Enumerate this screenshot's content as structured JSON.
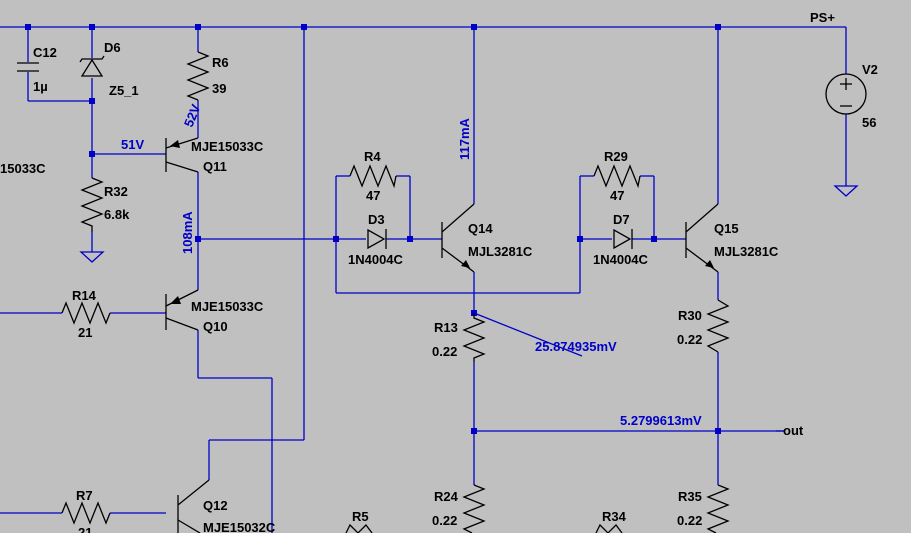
{
  "colors": {
    "background": "#c0c0c0",
    "wire": "#0000c8",
    "component": "#000000",
    "annotation": "#0000c8"
  },
  "components": {
    "c12": {
      "ref": "C12",
      "value": "1µ"
    },
    "d6": {
      "ref": "D6",
      "value": "Z5_1"
    },
    "r6": {
      "ref": "R6",
      "value": "39"
    },
    "q11": {
      "ref": "Q11",
      "part": "MJE15033C"
    },
    "r32": {
      "ref": "R32",
      "value": "6.8k"
    },
    "r14": {
      "ref": "R14",
      "value": "21"
    },
    "q10": {
      "ref": "Q10",
      "part": "MJE15033C"
    },
    "r4": {
      "ref": "R4",
      "value": "47"
    },
    "d3": {
      "ref": "D3",
      "part": "1N4004C"
    },
    "q14": {
      "ref": "Q14",
      "part": "MJL3281C"
    },
    "r29": {
      "ref": "R29",
      "value": "47"
    },
    "d7": {
      "ref": "D7",
      "part": "1N4004C"
    },
    "q15": {
      "ref": "Q15",
      "part": "MJL3281C"
    },
    "v2": {
      "ref": "V2",
      "value": "56"
    },
    "r13": {
      "ref": "R13",
      "value": "0.22"
    },
    "r30": {
      "ref": "R30",
      "value": "0.22"
    },
    "r24": {
      "ref": "R24",
      "value": "0.22"
    },
    "r35": {
      "ref": "R35",
      "value": "0.22"
    },
    "r7": {
      "ref": "R7",
      "value": "21"
    },
    "q12": {
      "ref": "Q12",
      "part": "MJE15032C"
    },
    "r5": {
      "ref": "R5"
    },
    "r34": {
      "ref": "R34"
    },
    "partial_left": "15033C"
  },
  "nets": {
    "ps_plus": "PS+",
    "out": "out"
  },
  "annotations": {
    "v51": "51V",
    "v52": "52V",
    "i117": "117mA",
    "i108": "108mA",
    "mv1": "25.874935mV",
    "mv2": "5.2799613mV"
  }
}
